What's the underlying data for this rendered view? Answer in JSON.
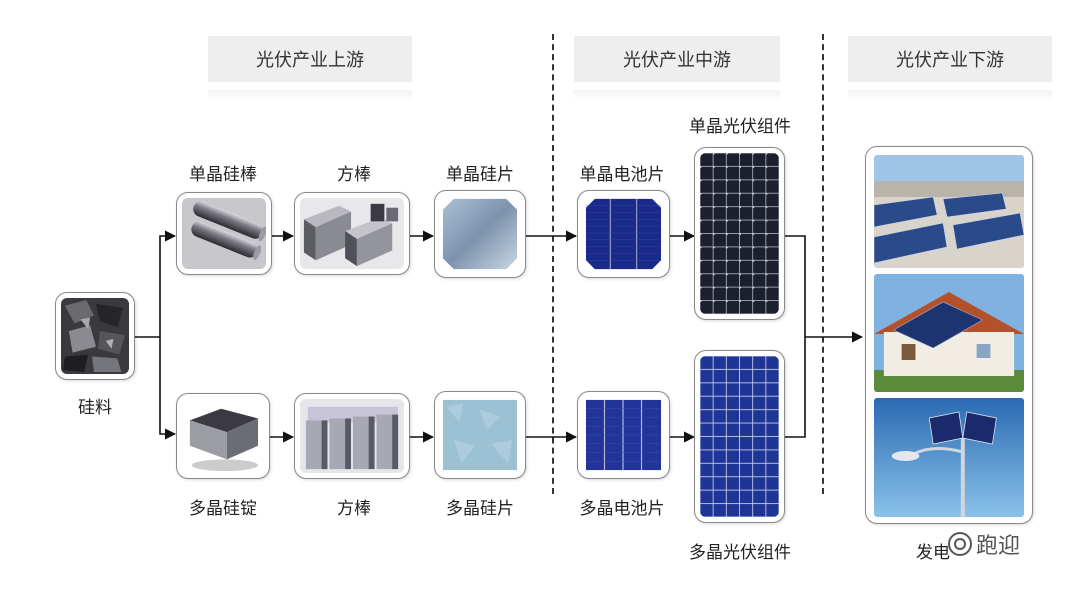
{
  "stages": {
    "upstream": "光伏产业上游",
    "midstream": "光伏产业中游",
    "downstream": "光伏产业下游"
  },
  "nodes": {
    "silicon_material": "硅料",
    "mono_ingot": "单晶硅棒",
    "mono_square_rod": "方棒",
    "mono_wafer": "单晶硅片",
    "mono_cell": "单晶电池片",
    "mono_module": "单晶光伏组件",
    "poly_ingot": "多晶硅锭",
    "poly_square_rod": "方棒",
    "poly_wafer": "多晶硅片",
    "poly_cell": "多晶电池片",
    "poly_module": "多晶光伏组件",
    "power_generation": "发电"
  },
  "watermark": {
    "text": "跑迎",
    "icon": "wechat-circle-icon"
  },
  "colors": {
    "header_bg": "#eeeeee",
    "mono_panel": "#1b1f2e",
    "poly_panel": "#1f3596",
    "cell_blue": "#1a2a8a"
  }
}
